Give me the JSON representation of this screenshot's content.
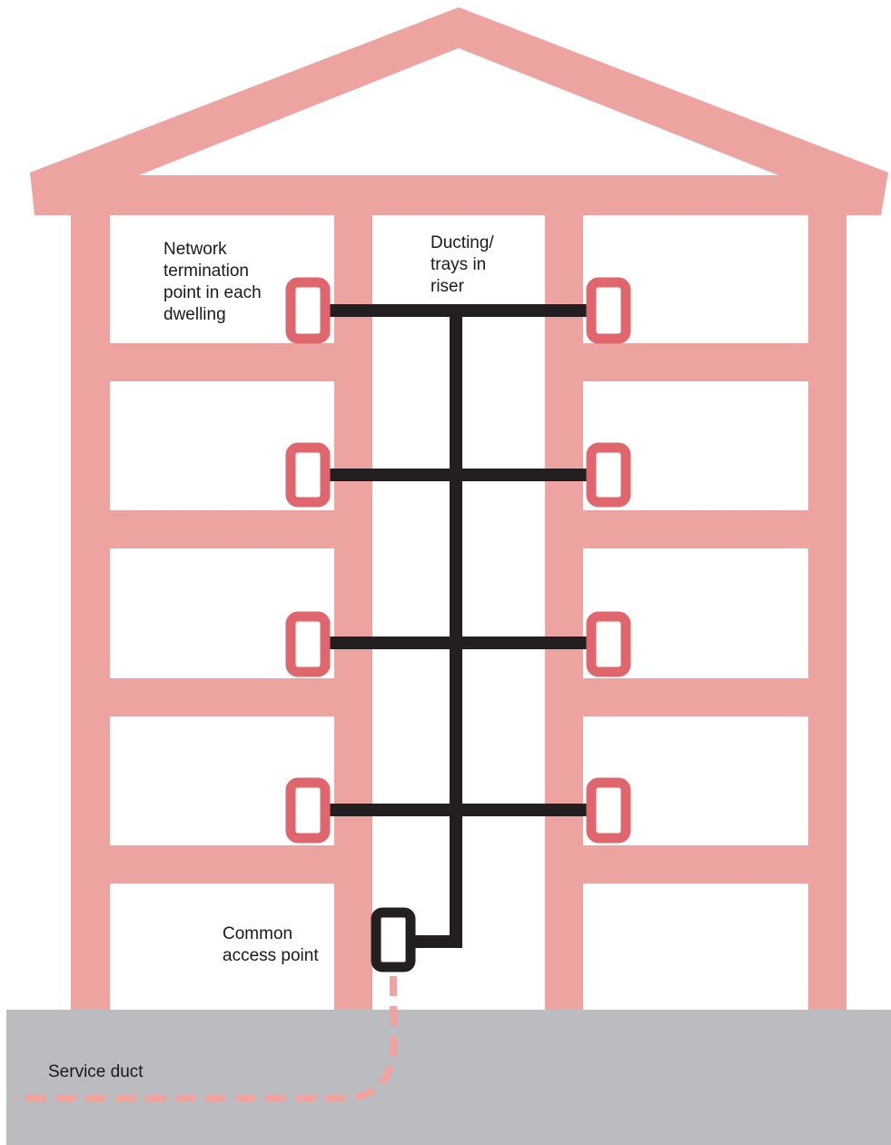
{
  "labels": {
    "network_termination": "Network\ntermination\npoint in each\ndwelling",
    "ducting_riser": "Ducting/\ntrays in\nriser",
    "common_access_point": "Common\naccess point",
    "service_duct": "Service duct"
  },
  "colors": {
    "building": "#eda4a1",
    "termination_box": "#e0666e",
    "cable": "#231f20",
    "ground": "#bbbcbf",
    "service_duct_line": "#f1a39f",
    "background": "#ffffff"
  },
  "floors_with_terminations": 4,
  "terminations_per_floor": 2
}
